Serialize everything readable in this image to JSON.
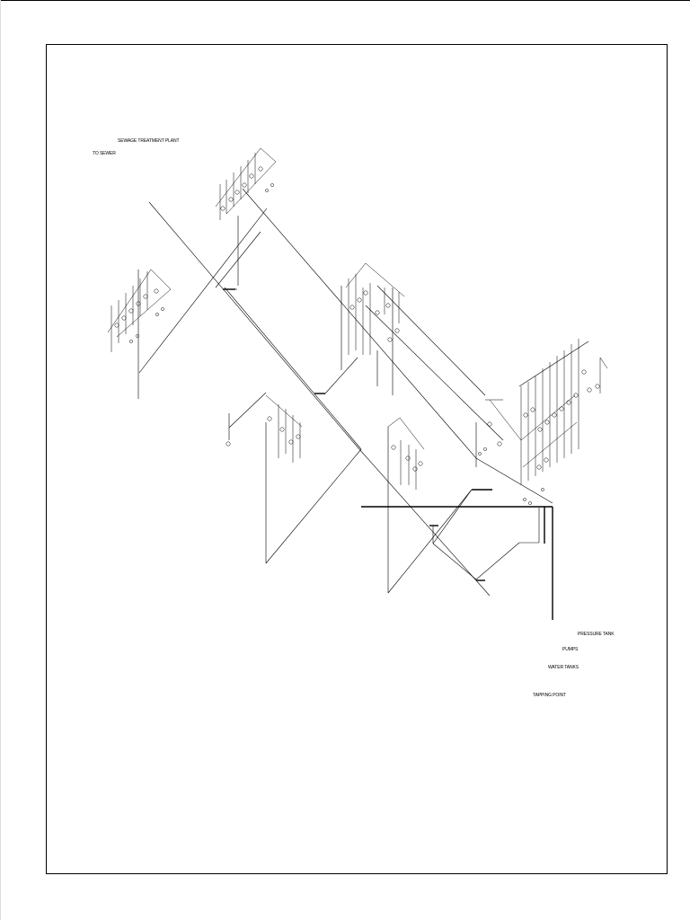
{
  "drawing": {
    "labels": {
      "sewage_treatment_plant": "SEWAGE TREATMENT PLANT",
      "to_sewer": "TO SEWER",
      "pressure_tank": "PRESSURE TANK",
      "pumps": "PUMPS",
      "water_tanks": "WATER TANKS",
      "tapping_point": "TAPPING POINT"
    }
  }
}
